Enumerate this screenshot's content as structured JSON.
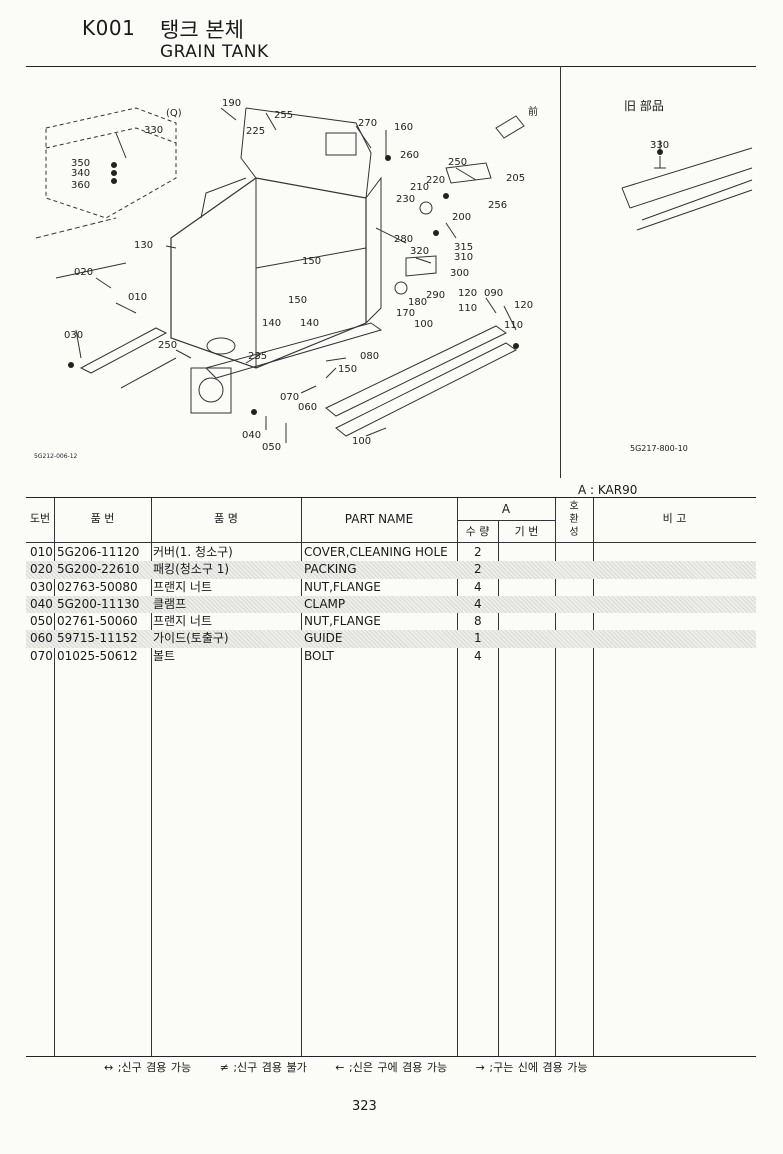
{
  "header": {
    "code": "K001",
    "title_ko": "탱크 본체",
    "title_en": "GRAIN TANK"
  },
  "diagram": {
    "view_label": "(Q)",
    "front_label": "前",
    "drawing_code": "5G212-006-12",
    "callouts": [
      "190",
      "255",
      "225",
      "270",
      "160",
      "330",
      "350",
      "340",
      "360",
      "260",
      "250",
      "220",
      "205",
      "210",
      "230",
      "256",
      "200",
      "130",
      "280",
      "320",
      "315",
      "310",
      "300",
      "020",
      "150",
      "010",
      "290",
      "120",
      "090",
      "120",
      "180",
      "170",
      "110",
      "030",
      "140",
      "140",
      "150",
      "100",
      "110",
      "250",
      "235",
      "080",
      "150",
      "070",
      "060",
      "040",
      "050",
      "100"
    ]
  },
  "inset": {
    "label": "旧 部品",
    "callout": "330",
    "drawing_code": "5G217-800-10"
  },
  "model": "A : KAR90",
  "table": {
    "headers": {
      "no": "도번",
      "part_no": "품 번",
      "name_ko": "품 명",
      "name_en": "PART NAME",
      "group": "A",
      "qty": "수 량",
      "std": "기 번",
      "interchange": "호 환 성",
      "remark": "비 고"
    },
    "rows": [
      {
        "no": "010",
        "part_no": "5G206-11120",
        "name_ko": "커버(1. 청소구)",
        "name_en": "COVER,CLEANING HOLE",
        "qty": "2"
      },
      {
        "no": "020",
        "part_no": "5G200-22610",
        "name_ko": "패킹(청소구 1)",
        "name_en": "PACKING",
        "qty": "2"
      },
      {
        "no": "030",
        "part_no": "02763-50080",
        "name_ko": "프랜지 너트",
        "name_en": "NUT,FLANGE",
        "qty": "4"
      },
      {
        "no": "040",
        "part_no": "5G200-11130",
        "name_ko": "클램프",
        "name_en": "CLAMP",
        "qty": "4"
      },
      {
        "no": "050",
        "part_no": "02761-50060",
        "name_ko": "프랜지 너트",
        "name_en": "NUT,FLANGE",
        "qty": "8"
      },
      {
        "no": "060",
        "part_no": "59715-11152",
        "name_ko": "가이드(토출구)",
        "name_en": "GUIDE",
        "qty": "1"
      },
      {
        "no": "070",
        "part_no": "01025-50612",
        "name_ko": "볼트",
        "name_en": "BOLT",
        "qty": "4"
      }
    ]
  },
  "legend": [
    "↔ ;신구 겸용 가능",
    "≠ ;신구 겸용 불가",
    "← ;신은 구에 겸용 가능",
    "→ ;구는 신에 겸용 가능"
  ],
  "page_number": "323",
  "colors": {
    "ink": "#1a1a1a",
    "paper": "#fbfbf8",
    "shade": "#e3e3e0"
  }
}
